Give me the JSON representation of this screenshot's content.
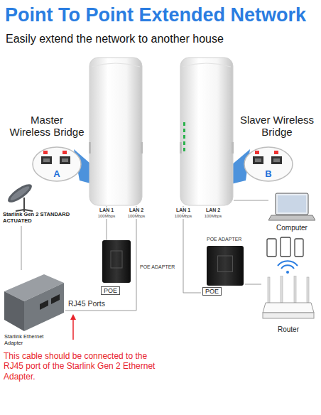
{
  "diagram": {
    "title": "Point To Point Extended Network",
    "nodes": [
      {
        "text": [
          "Master Wireless Bridge"
        ]
      },
      {
        "text": [
          "A"
        ]
      },
      {
        "text": [
          "Slaver Wireless Bridge"
        ]
      },
      {
        "text": [
          "B"
        ]
      },
      {
        "text": [
          "Starlink Gen 2 STANDARD ACTUATED"
        ]
      },
      {
        "text": [
          "POE ADAPTER",
          "POE"
        ]
      },
      {
        "text": [
          "Starlink Ethernet Adapter"
        ]
      },
      {
        "text": [
          "Computer"
        ]
      },
      {
        "text": [
          "POE ADAPTER",
          "POE"
        ]
      },
      {
        "text": [
          "Router"
        ]
      }
    ],
    "edges": [
      {
        "from": 4,
        "to": 6,
        "arrow": "none"
      },
      {
        "from": 0,
        "to": 5,
        "arrow": "none"
      },
      {
        "from": 0,
        "to": 6,
        "arrow": "none"
      },
      {
        "from": 2,
        "to": 8,
        "arrow": "none"
      },
      {
        "from": 2,
        "to": 7,
        "arrow": "none"
      },
      {
        "from": 8,
        "to": 9,
        "arrow": "none"
      }
    ],
    "labels": [
      "Easily extend the network to another house",
      "LAN 1",
      "100Mbps",
      "LAN 2",
      "100Mbps",
      "LAN 1",
      "100Mbps",
      "LAN 2",
      "100Mbps",
      "RJ45 Ports",
      "This cable should be connected to the RJ45 port of the Starlink Gen 2 Ethernet Adapter."
    ]
  }
}
